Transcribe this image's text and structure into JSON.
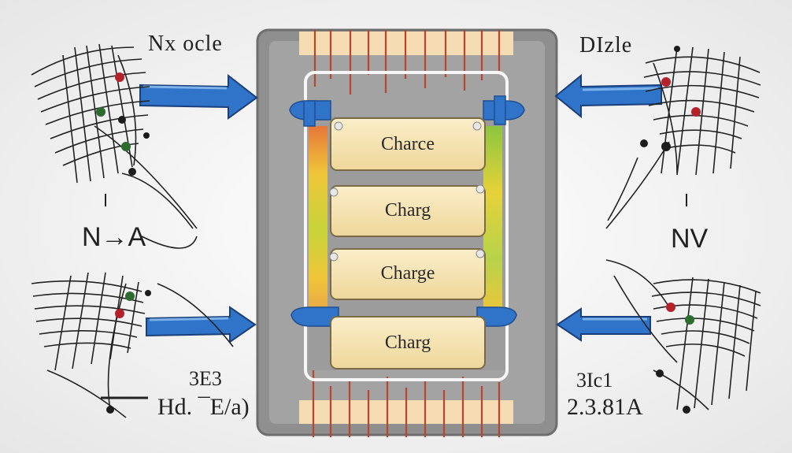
{
  "labels": {
    "top_left": "Nx ocle",
    "top_right": "DIzle",
    "bottom_left_line1": "3E3",
    "bottom_left_line2": "Hd. ¯E/a)",
    "bottom_right_line1": "3Ic1",
    "bottom_right_line2": "2.3.81A",
    "mid_left_glyph": "N→A",
    "mid_right_glyph": "NV"
  },
  "cells": [
    {
      "label": "Charce"
    },
    {
      "label": "Charg"
    },
    {
      "label": "Charge"
    },
    {
      "label": "Charg"
    }
  ],
  "colors": {
    "frame": "#8e8e8e",
    "cell_fill": "#f3dfa6",
    "arrow_blue": "#2f74c8",
    "wire_red": "#b7462e",
    "node_red": "#b3212b",
    "node_green": "#3d8a3f"
  }
}
